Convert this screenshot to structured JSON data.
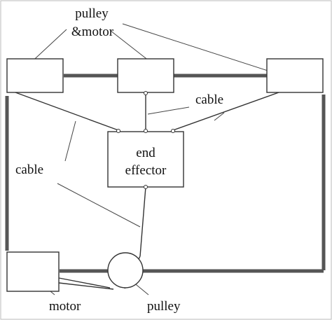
{
  "labels": {
    "pulley_motor_line1": "pulley",
    "pulley_motor_line2": "&motor",
    "cable_top": "cable",
    "cable_left": "cable",
    "end_effector_line1": "end",
    "end_effector_line2": "effector",
    "motor": "motor",
    "pulley": "pulley"
  },
  "colors": {
    "frame": "#555555",
    "stroke": "#333333",
    "leader": "#444444",
    "text": "#111111"
  }
}
